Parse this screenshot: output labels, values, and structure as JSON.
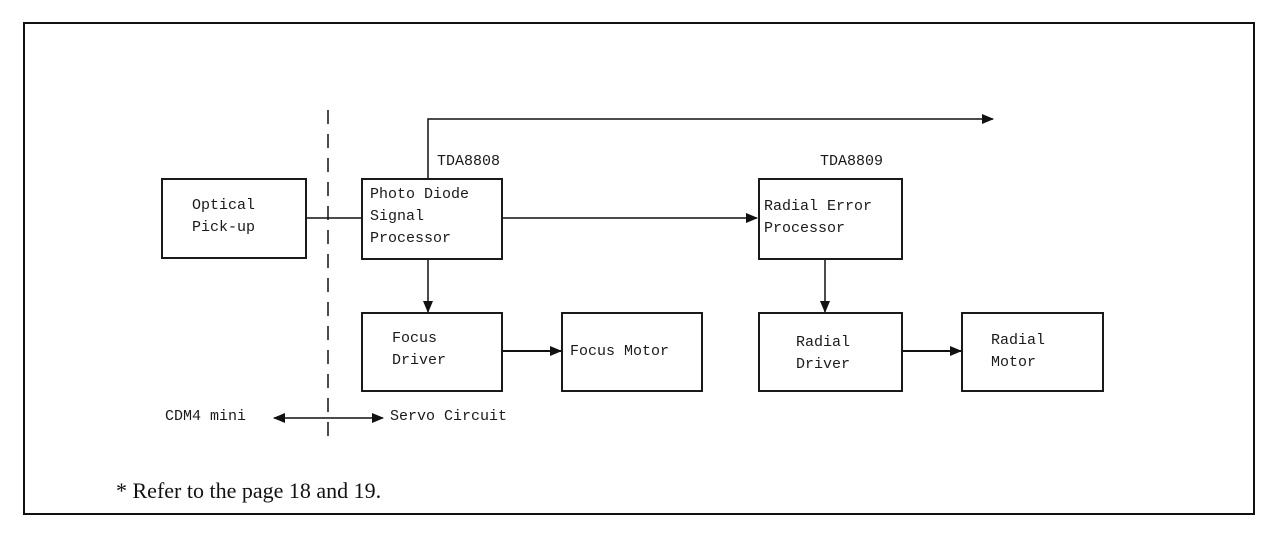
{
  "diagram": {
    "blocks": {
      "optical_pickup": {
        "lines": [
          "Optical",
          "Pick-up"
        ]
      },
      "photo_diode": {
        "chip": "TDA8808",
        "lines": [
          "Photo Diode",
          "Signal",
          "Processor"
        ]
      },
      "radial_error": {
        "chip": "TDA8809",
        "lines": [
          "Radial Error",
          "Processor"
        ]
      },
      "focus_driver": {
        "lines": [
          "Focus",
          "Driver"
        ]
      },
      "focus_motor": {
        "lines": [
          "Focus Motor"
        ]
      },
      "radial_driver": {
        "lines": [
          "Radial",
          "Driver"
        ]
      },
      "radial_motor": {
        "lines": [
          "Radial",
          "Motor"
        ]
      }
    },
    "boundary": {
      "left_label": "CDM4 mini",
      "right_label": "Servo Circuit"
    },
    "footnote": "* Refer to the page 18 and 19."
  }
}
